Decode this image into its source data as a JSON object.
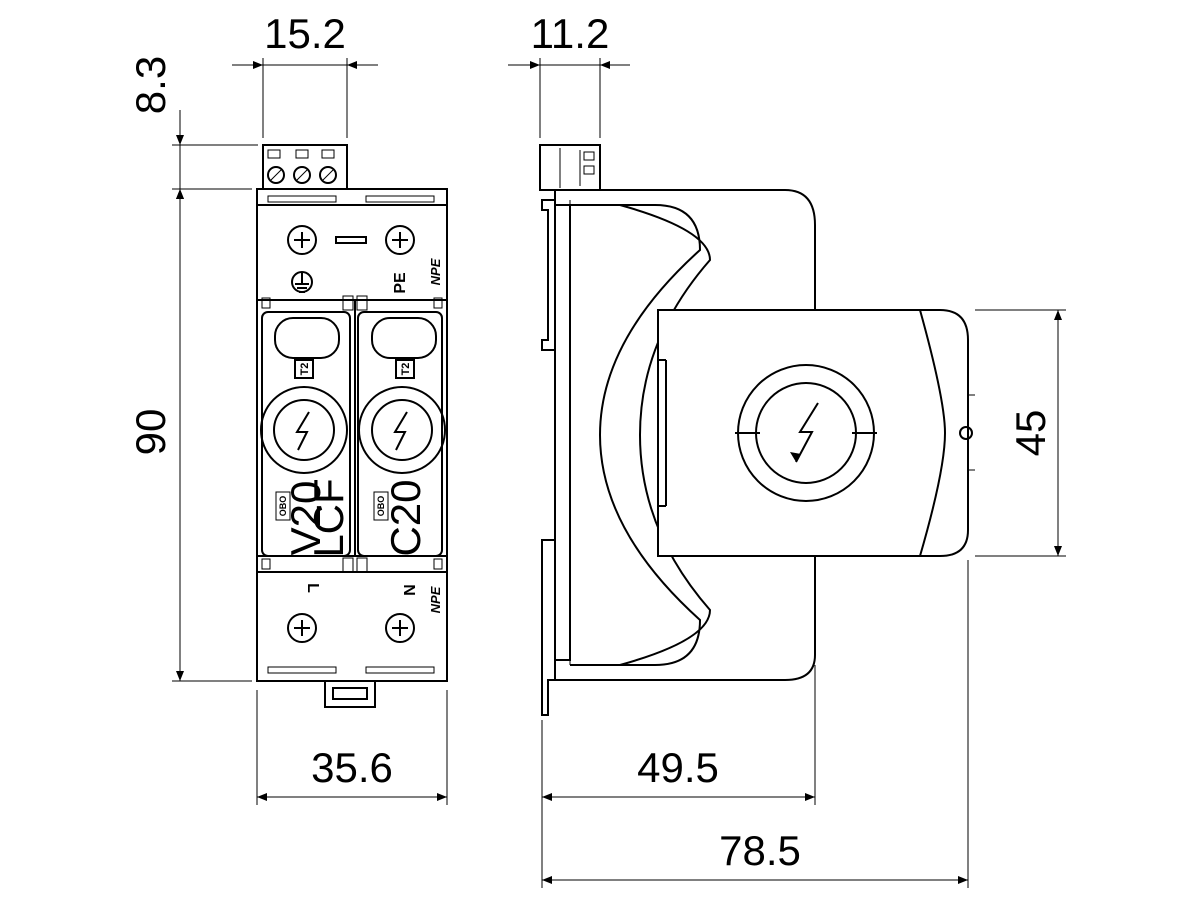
{
  "dimensions": {
    "terminal_block_width": "15.2",
    "terminal_block_height": "8.3",
    "body_height": "90",
    "body_width": "35.6",
    "clip_offset": "11.2",
    "depth_to_rail": "49.5",
    "total_depth": "78.5",
    "cover_height": "45"
  },
  "labels": {
    "pe": "PE",
    "npe_top": "NPE",
    "npe_bottom": "NPE",
    "l": "L",
    "n": "N",
    "module_left_model": "V20",
    "module_left_sub": "LCF",
    "module_right_model": "C20",
    "module_left_badge": "T2",
    "module_right_badge": "T2",
    "brand_left": "OBO",
    "brand_right": "OBO"
  }
}
